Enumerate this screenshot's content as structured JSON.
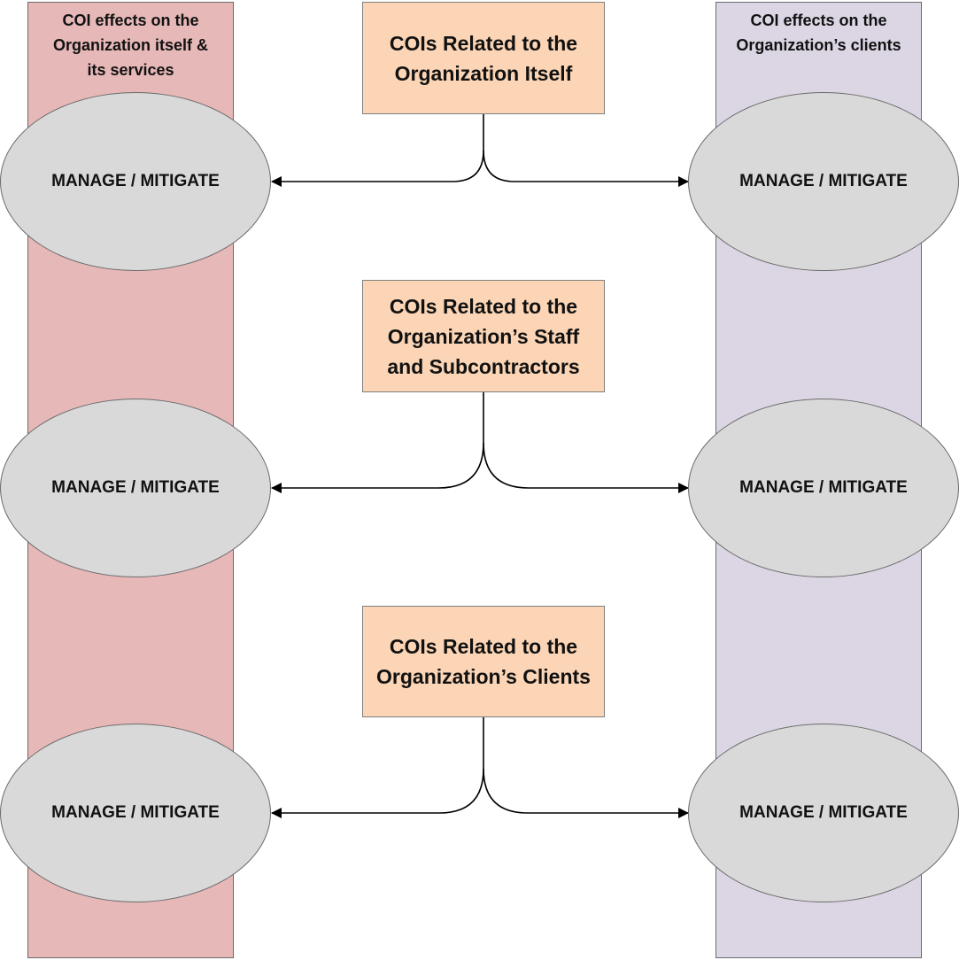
{
  "columns": {
    "left": {
      "header_lines": [
        "COI effects on the",
        "Organization itself &",
        "its services"
      ],
      "color": "#e6b8b7"
    },
    "right": {
      "header_lines": [
        "COI effects on the",
        "Organization’s clients"
      ],
      "color": "#dcd6e4"
    }
  },
  "coi_boxes": [
    {
      "lines": [
        "COIs Related to the",
        "Organization Itself"
      ]
    },
    {
      "lines": [
        "COIs Related to the",
        "Organization’s Staff",
        "and Subcontractors"
      ]
    },
    {
      "lines": [
        "COIs Related to the",
        "Organization’s Clients"
      ]
    }
  ],
  "ellipses": {
    "left": [
      "MANAGE / MITIGATE",
      "MANAGE / MITIGATE",
      "MANAGE / MITIGATE"
    ],
    "right": [
      "MANAGE / MITIGATE",
      "MANAGE / MITIGATE",
      "MANAGE / MITIGATE"
    ]
  },
  "colors": {
    "coi_box_fill": "#fbd5b5",
    "ellipse_fill": "#d9d9d9",
    "connector": "#000000"
  }
}
